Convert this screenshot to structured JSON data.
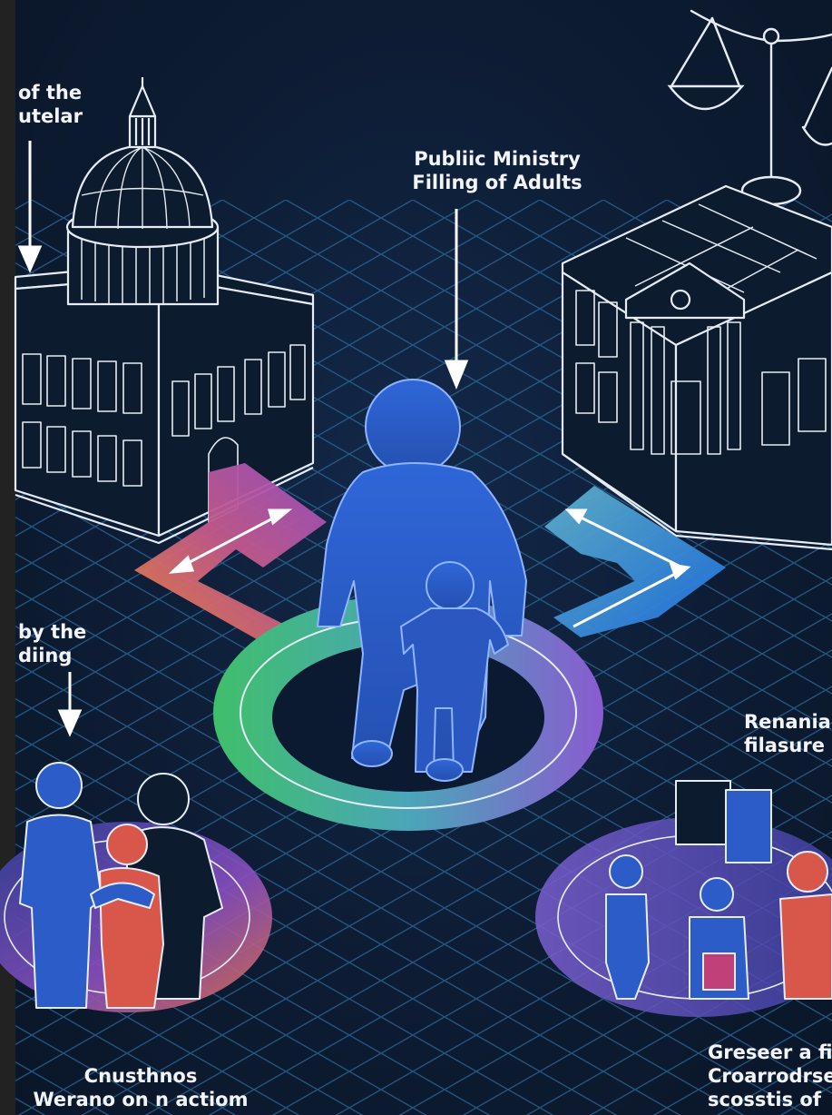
{
  "labels": {
    "top_left_line1": "of the",
    "top_left_line2": "utelar",
    "top_center_line1": "Publiic Ministry",
    "top_center_line2": "Filling of Adults",
    "mid_left_line1": "by the",
    "mid_left_line2": "diing",
    "mid_right_line1": "Renania",
    "mid_right_line2": "filasure",
    "bottom_left_line1": "Cnusthnos",
    "bottom_left_line2": "Werano on n actiom",
    "bottom_right_line1": "Greseer a fi",
    "bottom_right_line2": "Croarrodrse",
    "bottom_right_line3": "scosstis of"
  },
  "colors": {
    "background": "#0d1b2e",
    "grid": "#2f6f9f",
    "outline": "#e6ecf4",
    "figure_blue": "#2b5cc8",
    "ring_green": "#4fbf8f",
    "ring_purple": "#8a5bd0",
    "arrow_orange": "#e2704a",
    "arrow_magenta": "#b04fb0",
    "arrow_blue": "#2f7fe0",
    "warm_red": "#d9564a"
  },
  "icons": [
    "capitol-building-icon",
    "courthouse-icon",
    "scales-of-justice-icon",
    "adult-with-child-icon",
    "family-group-icon"
  ]
}
